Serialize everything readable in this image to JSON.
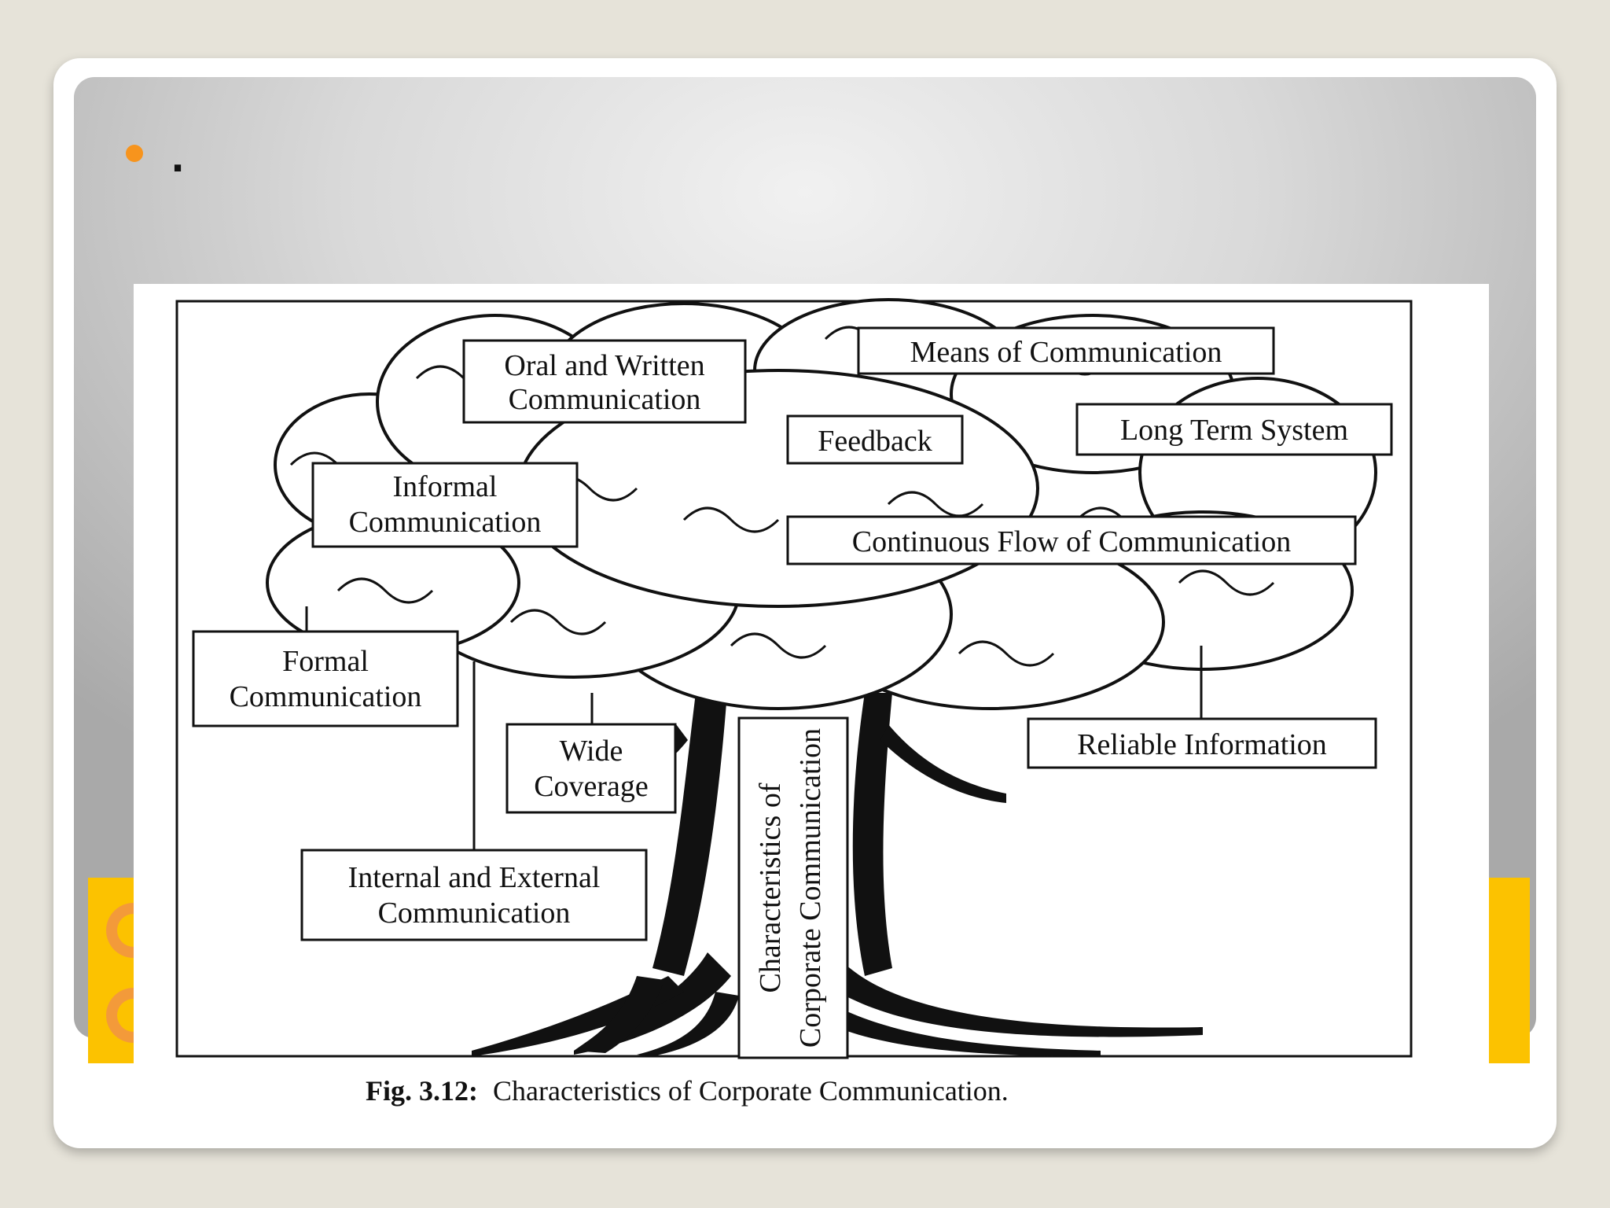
{
  "slide": {
    "bullet_text": "."
  },
  "colors": {
    "background": "#e6e3d9",
    "accent_band": "#fcc200",
    "bullet": "#f7941d"
  },
  "diagram": {
    "trunk_label": [
      "Characteristics of",
      "Corporate Communication"
    ],
    "labels": {
      "oral_written": [
        "Oral and Written",
        "Communication"
      ],
      "means": [
        "Means of Communication"
      ],
      "feedback": [
        "Feedback"
      ],
      "long_term": [
        "Long Term System"
      ],
      "informal": [
        "Informal",
        "Communication"
      ],
      "continuous": [
        "Continuous Flow of Communication"
      ],
      "formal": [
        "Formal",
        "Communication"
      ],
      "wide": [
        "Wide",
        "Coverage"
      ],
      "reliable": [
        "Reliable Information"
      ],
      "internal_external": [
        "Internal and External",
        "Communication"
      ]
    },
    "caption_prefix": "Fig. 3.12:",
    "caption_text": "Characteristics of Corporate Communication."
  }
}
